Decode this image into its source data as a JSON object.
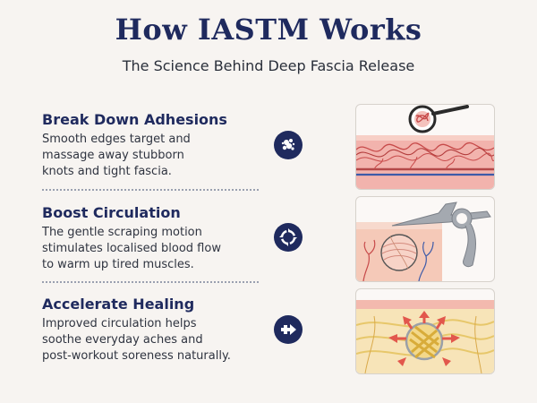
{
  "header": {
    "title": "How IASTM Works",
    "subtitle": "The Science Behind Deep Fascia Release"
  },
  "sections": [
    {
      "title": "Break Down Adhesions",
      "body": "Smooth edges target and\nmassage away stubborn\nknots and tight fascia.",
      "icon": "particles-icon"
    },
    {
      "title": "Boost Circulation",
      "body": "The gentle scraping motion\nstimulates localised blood flow\nto warm up tired muscles.",
      "icon": "circulation-cycle-icon"
    },
    {
      "title": "Accelerate Healing",
      "body": "Improved circulation helps\nsoothe everyday aches and\npost-workout soreness naturally.",
      "icon": "plus-arrow-icon"
    }
  ],
  "colors": {
    "navy": "#1f2a5e",
    "background": "#f7f4f1",
    "tissue_pink": "#f2b3ad",
    "vessel_red": "#c74a4a",
    "tool_gray": "#9aa0a8",
    "fiber_yellow": "#e7c76a"
  }
}
